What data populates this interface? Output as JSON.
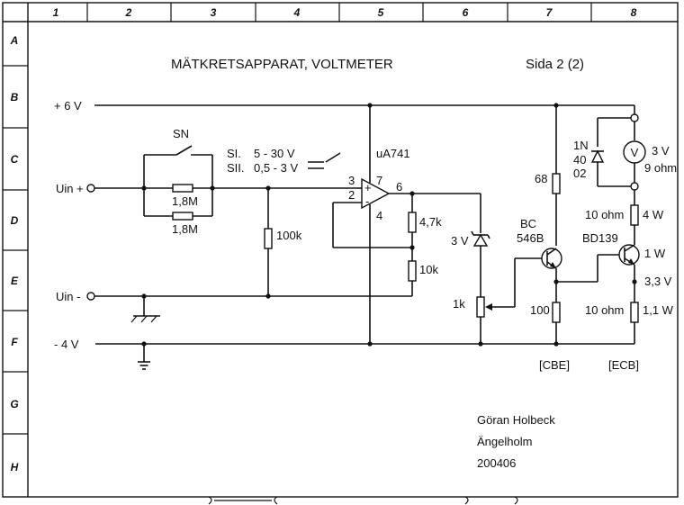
{
  "sheet": {
    "title": "MÄTKRETSAPPARAT,  VOLTMETER",
    "page": "Sida  2  (2)",
    "author": [
      "Göran Holbeck",
      "Ängelholm",
      "200406"
    ],
    "columns": [
      "1",
      "2",
      "3",
      "4",
      "5",
      "6",
      "7",
      "8"
    ],
    "rows": [
      "A",
      "B",
      "C",
      "D",
      "E",
      "F",
      "G",
      "H"
    ]
  },
  "nets": {
    "plus6": "+ 6 V",
    "uin_plus": "Uin +",
    "uin_minus": "Uin -",
    "minus4": "- 4 V"
  },
  "switch_sn": {
    "label": "SN",
    "r_top": "1,8M",
    "r_bottom": "1,8M"
  },
  "range_switch": {
    "pos1_label": "SI.",
    "pos1_value": "5 - 30 V",
    "pos2_label": "SII.",
    "pos2_value": "0,5 - 3 V"
  },
  "opamp": {
    "name": "uA741",
    "pin3": "3",
    "pin2": "2",
    "pin7": "7",
    "pin4": "4",
    "pin6": "6",
    "plus": "+",
    "minus": "-"
  },
  "components": {
    "r100k": "100k",
    "r47k": "4,7k",
    "r10k": "10k",
    "zener3v": "3 V",
    "pot1k": "1k",
    "r68": "68",
    "r100": "100",
    "diode": [
      "1N",
      "40",
      "02"
    ],
    "meter_symbol": "V",
    "meter_spec": [
      "3 V",
      "9 ohm"
    ],
    "r10ohm_top": "10 ohm",
    "r10ohm_top_power": "4 W",
    "bc546_name": [
      "BC",
      "546B"
    ],
    "bd139_name": "BD139",
    "bd139_power": "1 W",
    "v33": "3,3 V",
    "r10ohm_bottom": "10 ohm",
    "r10ohm_bottom_power": "1,1 W",
    "pinout_bc": "[CBE]",
    "pinout_bd": "[ECB]"
  }
}
